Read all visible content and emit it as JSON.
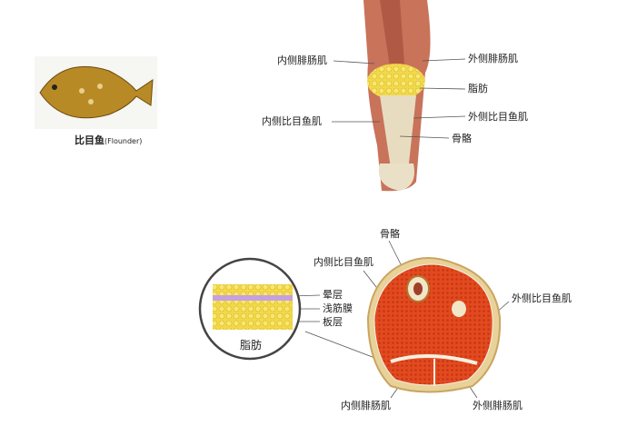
{
  "fish": {
    "caption_cn": "比目鱼",
    "caption_en": "(Flounder)"
  },
  "leg_labels": {
    "medial_gastrocnemius": "内侧腓肠肌",
    "lateral_gastrocnemius": "外侧腓肠肌",
    "fat": "脂肪",
    "medial_soleus": "内侧比目鱼肌",
    "lateral_soleus": "外侧比目鱼肌",
    "bone": "骨骼"
  },
  "cross_section_labels": {
    "bone": "骨骼",
    "medial_soleus": "内侧比目鱼肌",
    "lateral_soleus": "外侧比目鱼肌",
    "medial_gastrocnemius": "内侧腓肠肌",
    "lateral_gastrocnemius": "外侧腓肠肌"
  },
  "inset_labels": {
    "areolar_layer": "晕层",
    "superficial_fascia": "浅筋膜",
    "lamellar_layer": "板层",
    "title": "脂肪"
  }
}
